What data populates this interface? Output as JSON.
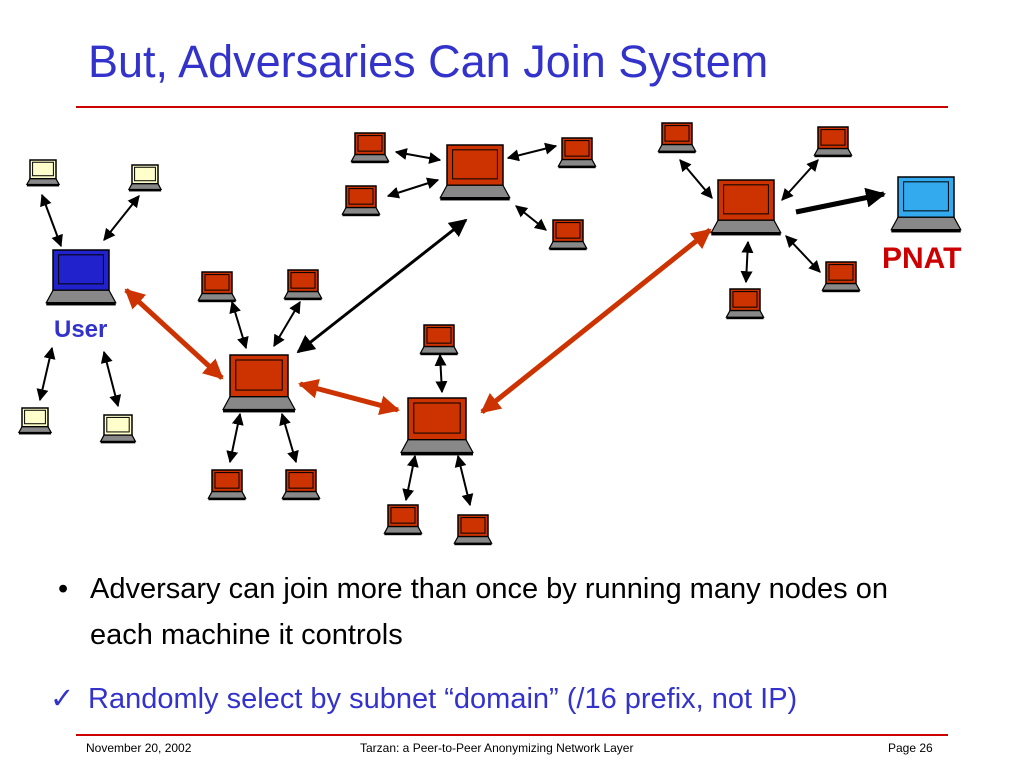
{
  "slide": {
    "title": "But, Adversaries Can Join System"
  },
  "diagram": {
    "user_label": "User",
    "pnat_label": "PNAT",
    "colors": {
      "user_node": "#2222cc",
      "pnat_node": "#33aaee",
      "peer_node": "#ffffcc",
      "adversary_node": "#cc3300",
      "adversary_link": "#cc3300",
      "link": "#000000"
    }
  },
  "bullets": {
    "marker": "•",
    "text": "Adversary can join more than once by running many nodes on each machine it controls"
  },
  "check_item": {
    "marker": "✓",
    "text": "Randomly select by subnet “domain”   (/16 prefix, not IP)"
  },
  "footer": {
    "date": "November 20, 2002",
    "center": "Tarzan: a Peer-to-Peer Anonymizing Network Layer",
    "page": "Page 26"
  }
}
